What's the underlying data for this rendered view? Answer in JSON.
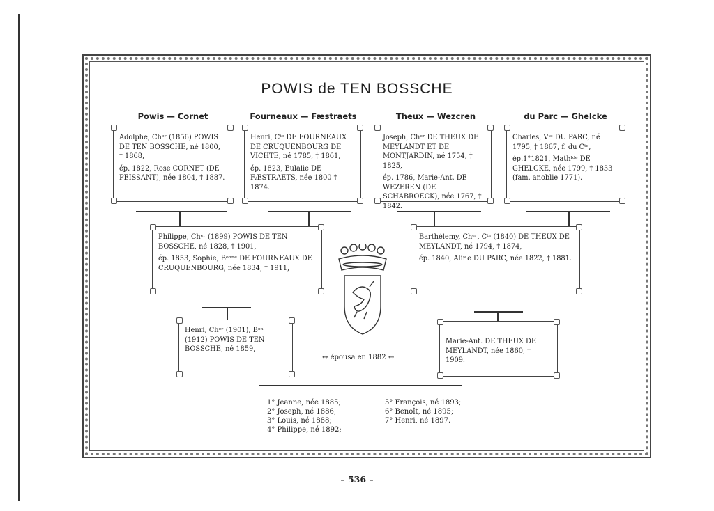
{
  "title": "POWIS de TEN BOSSCHE",
  "headers": [
    "Powis — Cornet",
    "Fourneaux — Fæstraets",
    "Theux — Wezcren",
    "du Parc — Ghelcke"
  ],
  "boxes": {
    "b1": [
      "Adolphe, Chᵉʳ (1856) POWIS DE TEN BOSSCHE, né 1800, † 1868,",
      "ép. 1822, Rose CORNET (DE PEISSANT), née 1804, † 1887."
    ],
    "b2": [
      "Henri, Cᵗᵉ DE FOURNEAUX DE CRUQUENBOURG DE VICHTE, né 1785, † 1861,",
      "ép. 1823, Eulalie DE FÆSTRAETS, née 1800 † 1874."
    ],
    "b3": [
      "Joseph, Chᵉʳ DE THEUX DE MEYLANDT ET DE MONTJARDIN, né 1754, † 1825,",
      "ép. 1786, Marie-Ant. DE WEZEREN (DE SCHABROECK), née 1767, † 1842."
    ],
    "b4": [
      "Charles, Vᵗᵉ DU PARC, né 1795, † 1867, f. du Cᵗᵉ,",
      "ép.1°1821, Mathˡᵈᵉ DE GHELCKE, née 1799, † 1833 (fam. anoblie 1771)."
    ],
    "b5": [
      "Philippe, Chᵉʳ (1899) POWIS DE TEN BOSSCHE, né 1828, † 1901,",
      "ép. 1853, Sophie, Bᵒⁿⁿᵉ DE FOURNEAUX DE CRUQUENBOURG, née 1834, † 1911,"
    ],
    "b6": [
      "Barthélemy, Chᵉʳ, Cᵗᵉ (1840) DE THEUX DE MEYLANDT, né 1794, † 1874,",
      "ép. 1840, Aline DU PARC, née 1822, † 1881."
    ],
    "b7": [
      "Henri, Chᵉʳ (1901), Bᵒⁿ (1912) POWIS DE TEN BOSSCHE, né 1859,"
    ],
    "b8": [
      "Marie-Ant. DE THEUX DE MEYLANDT, née 1860, † 1909."
    ]
  },
  "marriage": "épousa en 1882",
  "children_left": [
    "1° Jeanne, née 1885;",
    "2° Joseph, né 1886;",
    "3° Louis, né 1888;",
    "4° Philippe, né 1892;"
  ],
  "children_right": [
    "5° François, né 1893;",
    "6° Benoît, né 1895;",
    "7° Henri, né 1897."
  ],
  "page_number": "– 536 –",
  "colors": {
    "ink": "#222222",
    "frame": "#444444"
  }
}
